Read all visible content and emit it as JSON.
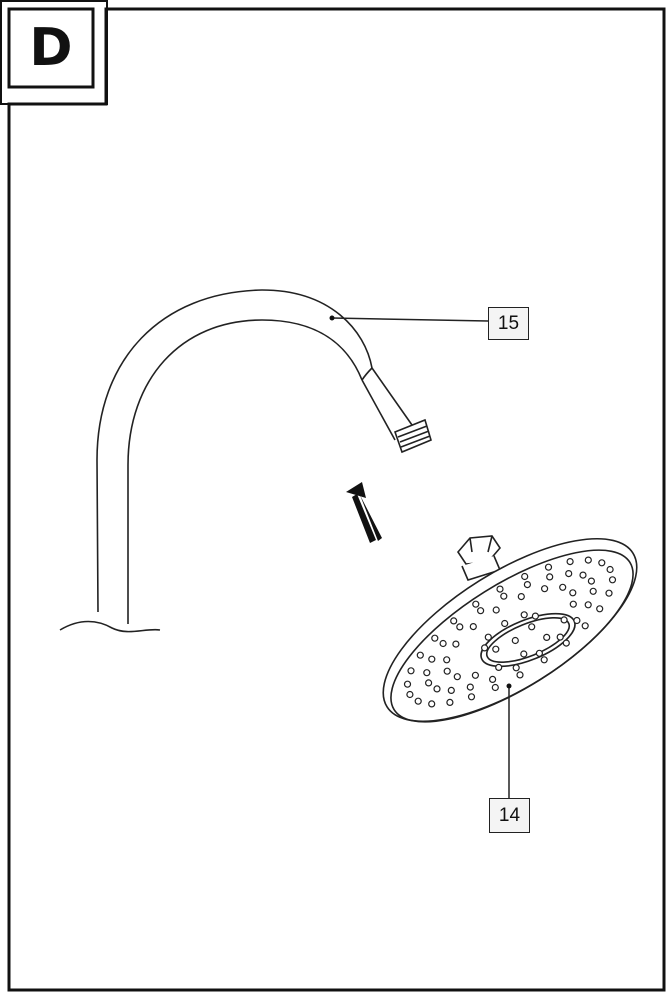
{
  "step": {
    "letter": "D"
  },
  "callouts": {
    "spout": "15",
    "shower_head": "14"
  }
}
